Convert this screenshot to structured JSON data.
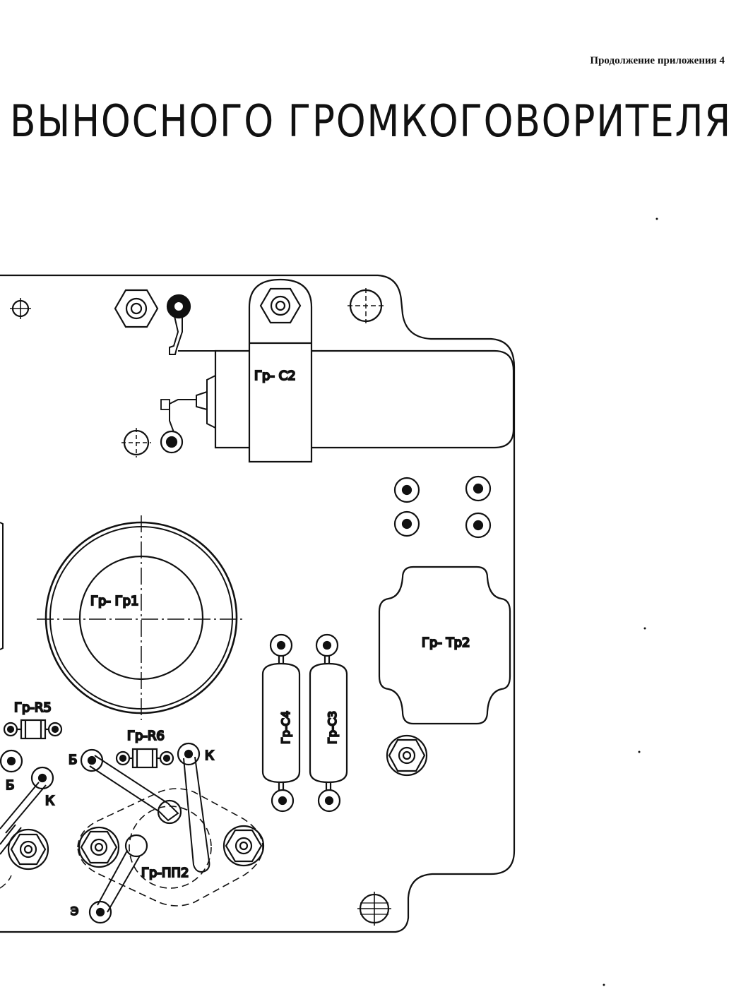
{
  "header": {
    "note": "Продолжение приложения 4"
  },
  "title": "ВЫНОСНОГО ГРОМКОГОВОРИТЕЛЯ",
  "components": {
    "c2": "Гр- С2",
    "gr1": "Гр- Гр1",
    "tr2": "Гр- Тр2",
    "c4": "Гр-С4",
    "c3": "Гр-С3",
    "r5": "Гр-R5",
    "r6": "Гр-R6",
    "pp2": "Гр-ПП2"
  },
  "pins": {
    "b_left": "Б",
    "k_left": "К",
    "b_right": "Б",
    "k_right": "К",
    "e": "Э"
  }
}
